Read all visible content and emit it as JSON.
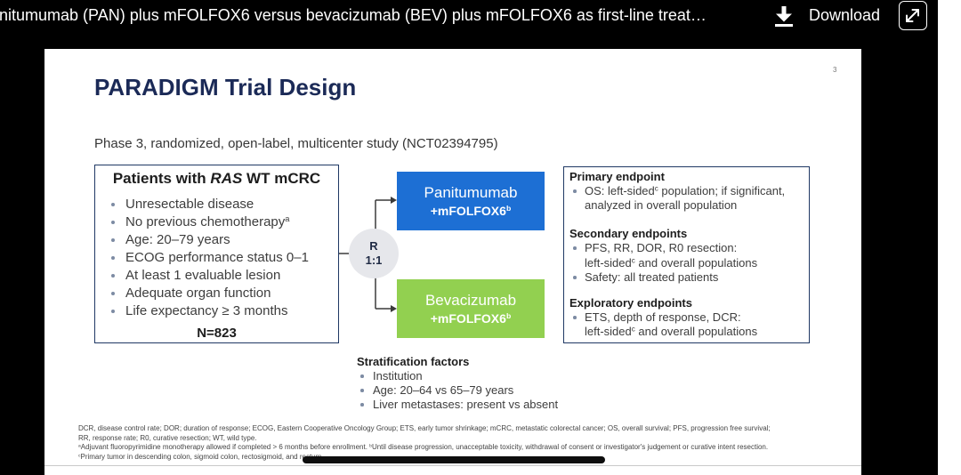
{
  "top_bar": {
    "title": "nitumumab (PAN) plus mFOLFOX6 versus bevacizumab (BEV) plus mFOLFOX6 as first-line treat…",
    "download": {
      "label": "Download",
      "icon": "download-icon"
    },
    "expand": {
      "icon": "expand-icon"
    }
  },
  "theme": {
    "title_color": "#1b2a57",
    "box_border_color": "#1f3864",
    "randomization_fill": "#e6e7eb"
  },
  "slide": {
    "page_number": "3",
    "title": "PARADIGM Trial Design",
    "subtitle": "Phase 3, randomized, open-label, multicenter study (NCT02394795)",
    "population": {
      "heading": {
        "before": "Patients with ",
        "italic": "RAS",
        "after": " WT mCRC"
      },
      "criteria": [
        {
          "text": "Unresectable disease"
        },
        {
          "text": "No previous chemotherapy",
          "sup": "a"
        },
        {
          "text": "Age: 20–79 years"
        },
        {
          "text": "ECOG performance status 0–1"
        },
        {
          "text": "At least 1 evaluable lesion"
        },
        {
          "text": "Adequate organ function"
        },
        {
          "text": "Life expectancy ≥ 3 months"
        }
      ],
      "sample_size": "N=823"
    },
    "randomization": {
      "label": "R",
      "ratio": "1:1"
    },
    "arms": [
      {
        "drug": "Panitumumab",
        "backbone": "+mFOLFOX6",
        "sup": "b",
        "color": "#1d6fd4"
      },
      {
        "drug": "Bevacizumab",
        "backbone": "+mFOLFOX6",
        "sup": "b",
        "color": "#92d050"
      }
    ],
    "endpoints": {
      "primary": {
        "heading": "Primary endpoint",
        "items": [
          {
            "line1_pre": "OS: left-sided",
            "line1_sup": "c",
            "line1_post": " population; if significant,",
            "line2": "analyzed in overall population"
          }
        ]
      },
      "secondary": {
        "heading": "Secondary endpoints",
        "items": [
          {
            "line1": "PFS, RR, DOR, R0 resection:",
            "line2_pre": "left-sided",
            "line2_sup": "c",
            "line2_post": " and overall populations"
          },
          {
            "line1": "Safety: all treated patients"
          }
        ]
      },
      "exploratory": {
        "heading": "Exploratory endpoints",
        "items": [
          {
            "line1": "ETS, depth of response, DCR:",
            "line2_pre": "left-sided",
            "line2_sup": "c",
            "line2_post": " and overall populations"
          }
        ]
      }
    },
    "stratification": {
      "heading": "Stratification factors",
      "factors": [
        "Institution",
        "Age: 20–64 vs 65–79 years",
        "Liver metastases: present vs absent"
      ]
    },
    "footnotes": {
      "abbreviations_1": "DCR, disease control rate; DOR; duration of response; ECOG, Eastern Cooperative Oncology Group; ETS, early tumor shrinkage; mCRC, metastatic colorectal cancer; OS, overall survival; PFS, progression free survival;",
      "abbreviations_2": "RR, response rate; R0, curative resection; WT, wild type.",
      "note_a": {
        "marker": "a",
        "text": "Adjuvant fluoropyrimidine monotherapy allowed if completed > 6 months before enrollment. "
      },
      "note_b": {
        "marker": "b",
        "text": "Until disease progression, unacceptable toxicity, withdrawal of consent or investigator's judgement or curative intent resection."
      },
      "note_c": {
        "marker": "c",
        "text": "Primary tumor in descending colon, sigmoid colon, rectosigmoid, and rectum."
      }
    }
  }
}
